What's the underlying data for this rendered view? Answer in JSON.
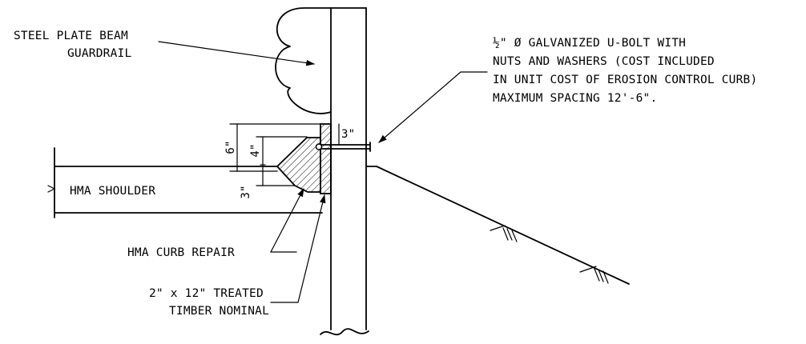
{
  "drawing": {
    "labels": {
      "guardrail_line1": "STEEL PLATE BEAM",
      "guardrail_line2": "GUARDRAIL",
      "bolt_line1": "½\" Ø GALVANIZED U-BOLT WITH",
      "bolt_line2": "NUTS AND WASHERS (COST INCLUDED",
      "bolt_line3": "IN UNIT COST OF EROSION CONTROL CURB)",
      "bolt_line4": "MAXIMUM SPACING 12'-6\".",
      "shoulder": "HMA SHOULDER",
      "curb_repair": "HMA CURB REPAIR",
      "timber_line1": "2\" x 12\" TREATED",
      "timber_line2": "TIMBER NOMINAL"
    },
    "dimensions": {
      "bolt_offset": "3\"",
      "overall_height": "6\"",
      "bolt_height": "4\"",
      "lower_height": "3\""
    }
  }
}
